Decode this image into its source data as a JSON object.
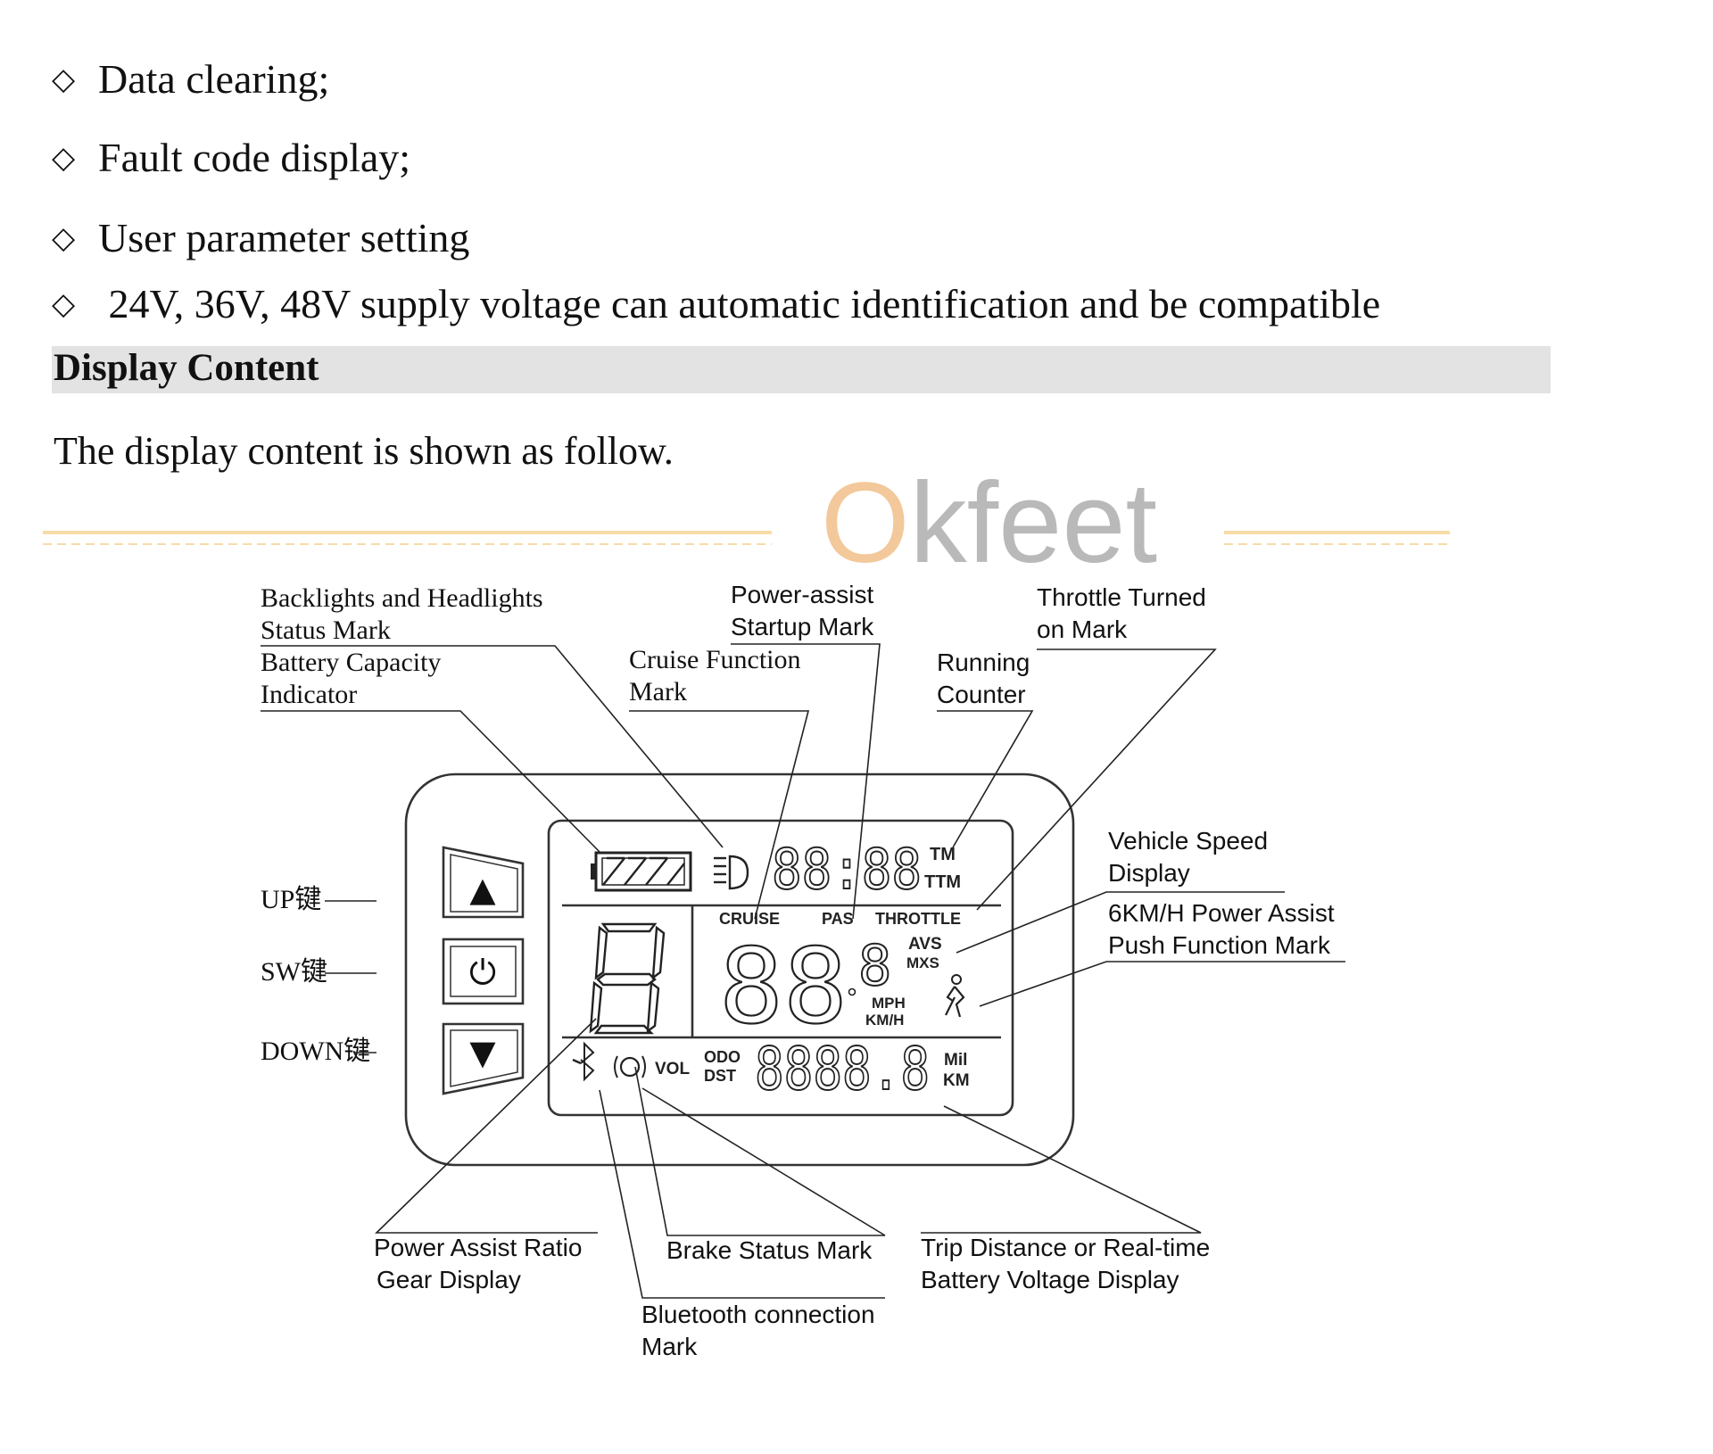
{
  "bullets": [
    "Data clearing;",
    "Fault code display;",
    "User parameter setting",
    " 24V, 36V, 48V supply voltage can automatic identification and be compatible"
  ],
  "bullet_marker": "◇",
  "section_heading": "Display Content",
  "intro": "The display content is shown as follow.",
  "watermark": {
    "text": "Okfeet",
    "color_o": "#f3c89a",
    "color_rest": "#b9b9b9",
    "line_color": "#f7dca8"
  },
  "labels": {
    "backlights_1": "Backlights and Headlights",
    "backlights_2": "Status Mark",
    "battery_1": "Battery Capacity",
    "battery_2": "Indicator",
    "power_assist_1": "Power-assist",
    "power_assist_2": "Startup Mark",
    "cruise_1": "Cruise Function",
    "cruise_2": "Mark",
    "throttle_1": "Throttle Turned",
    "throttle_2": "on Mark",
    "running_1": "Running",
    "running_2": "Counter",
    "speed_1": "Vehicle Speed",
    "speed_2": "Display",
    "push_1": "6KM/H Power Assist",
    "push_2": "Push Function Mark",
    "up_key": "UP键",
    "sw_key": "SW键",
    "down_key": "DOWN键",
    "gear_1": "Power Assist Ratio",
    "gear_2": "Gear Display",
    "brake": "Brake Status Mark",
    "trip_1": "Trip Distance or Real-time",
    "trip_2": "Battery Voltage Display",
    "bt_1": "Bluetooth connection",
    "bt_2": "Mark"
  },
  "lcd": {
    "time": "88:88",
    "tm": "TM",
    "ttm": "TTM",
    "cruise": "CRUISE",
    "pas": "PAS",
    "throttle": "THROTTLE",
    "avs": "AVS",
    "mxs": "MXS",
    "mph": "MPH",
    "kmh": "KM/H",
    "vol": "VOL",
    "odo": "ODO",
    "dst": "DST",
    "odometer": "8888.8",
    "mil": "Mil",
    "km": "KM"
  },
  "keys": {
    "up": "▲",
    "sw": "⏻",
    "down": "▼"
  }
}
